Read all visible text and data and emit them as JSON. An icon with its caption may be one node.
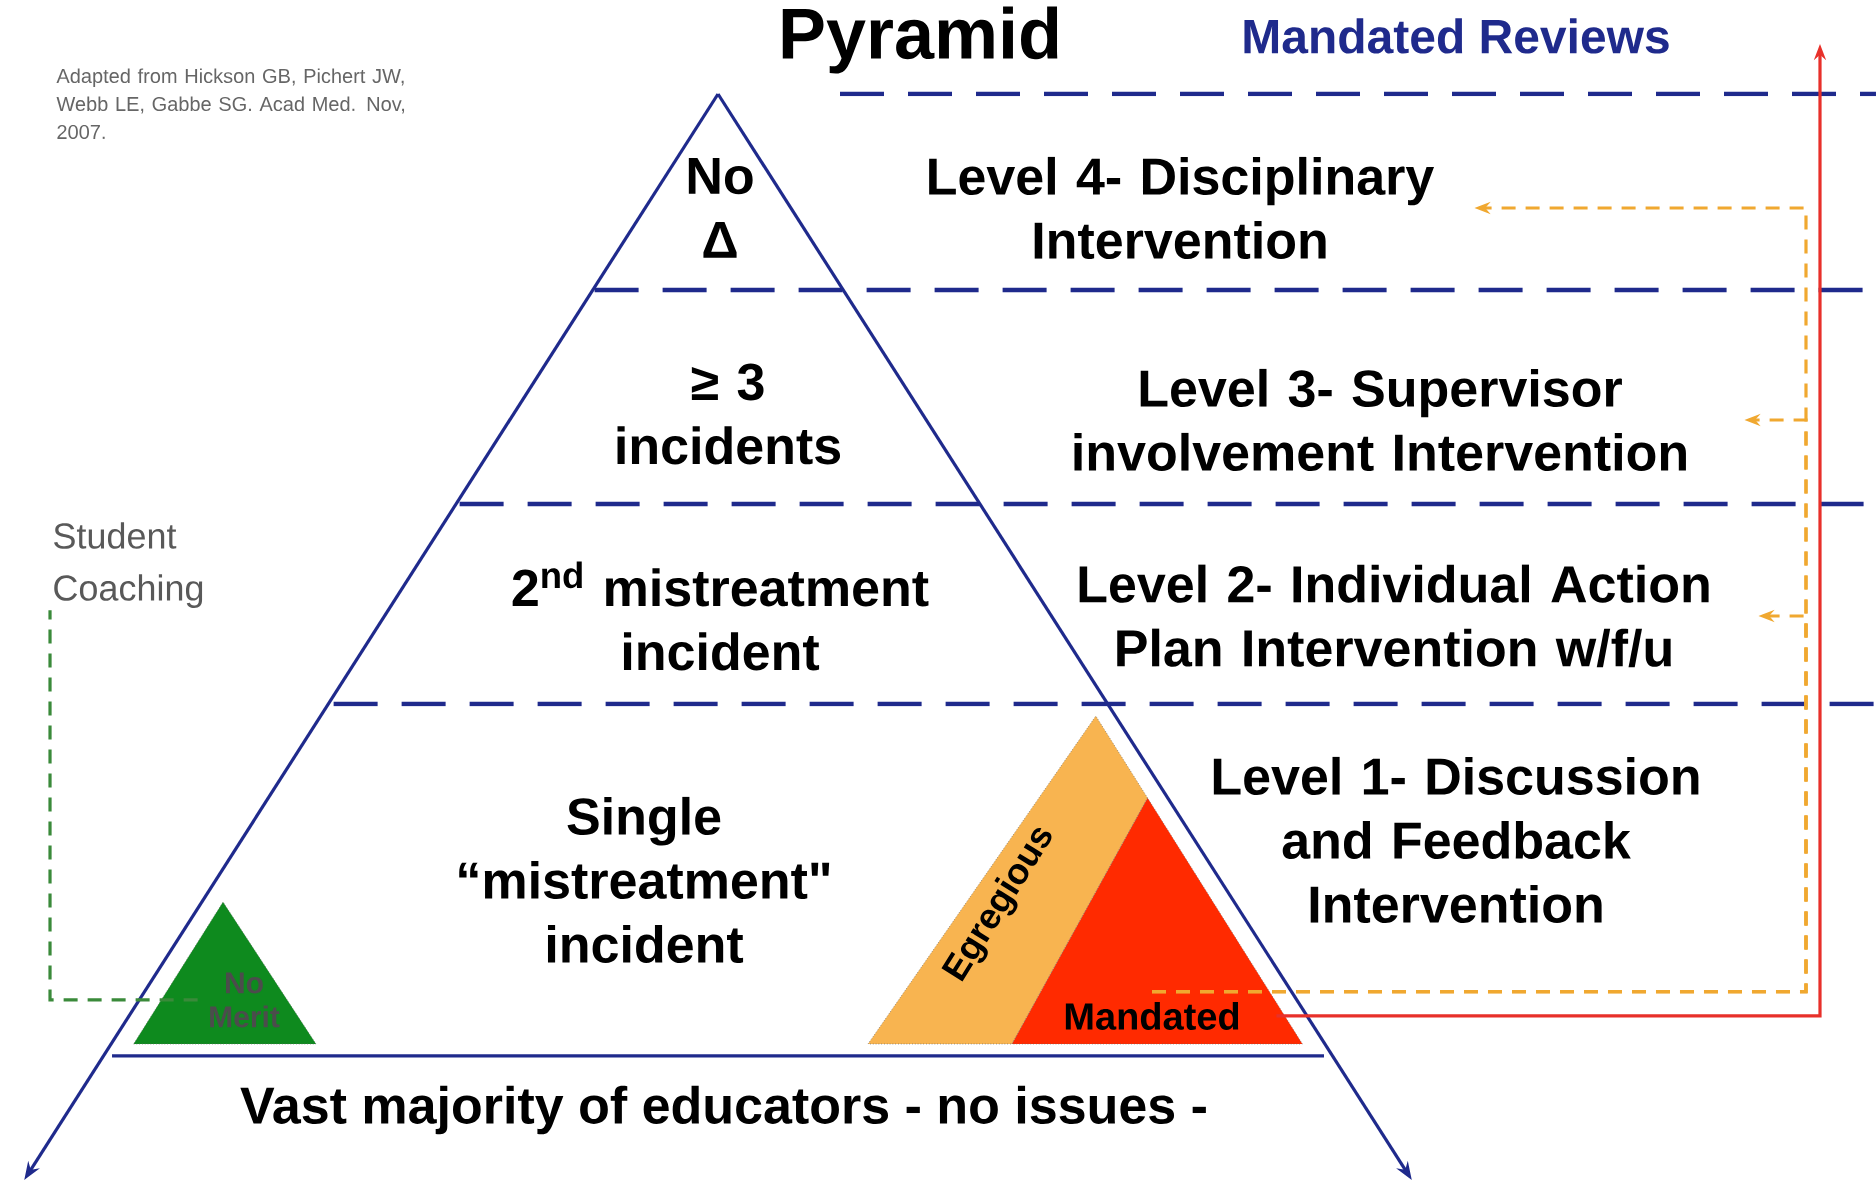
{
  "diagram": {
    "title": "Pyramid",
    "nodes": [
      {
        "text": [
          "No Δ"
        ]
      },
      {
        "text": [
          "≥ 3 incidents"
        ]
      },
      {
        "text": [
          "2$^{nd}$ mistreatment incident"
        ]
      },
      {
        "text": [
          "Single “mistreatment\" incident"
        ]
      },
      {
        "text": [
          "No Merit"
        ]
      },
      {
        "text": [
          "Egregious"
        ]
      },
      {
        "text": [
          "Mandated"
        ]
      },
      {
        "text": [
          "Level 4- Disciplinary Intervention"
        ]
      },
      {
        "text": [
          "Level 3- Supervisor involvement Intervention"
        ]
      },
      {
        "text": [
          "Level 2- Individual Action Plan Intervention w/f/u"
        ]
      },
      {
        "text": [
          "Level 1- Discussion and Feedback Intervention"
        ]
      },
      {
        "text": [
          "Student Coaching"
        ]
      }
    ],
    "edges": [
      {
        "from": 6,
        "to": null,
        "arrow": "to",
        "color": "#e8302a"
      },
      {
        "from": 6,
        "to": 9,
        "arrow": "to",
        "style": "dashed",
        "color": "#f0a830"
      },
      {
        "from": 6,
        "to": 8,
        "arrow": "to",
        "style": "dashed",
        "color": "#f0a830"
      },
      {
        "from": 6,
        "to": 7,
        "arrow": "to",
        "style": "dashed",
        "color": "#f0a830"
      },
      {
        "from": 4,
        "to": 11,
        "arrow": "none",
        "style": "dashed",
        "color": "#3a8a3a"
      }
    ],
    "labels": [
      "Adapted from Hickson GB, Pichert JW, Webb LE, Gabbe SG. Acad Med. Nov, 2007.",
      "Mandated Reviews",
      "Vast majority of educators - no issues -"
    ]
  }
}
